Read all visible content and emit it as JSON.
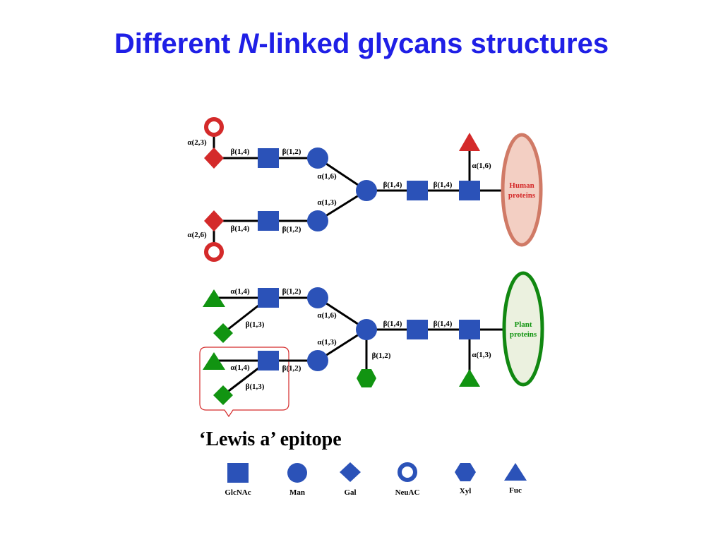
{
  "title": {
    "pre": "Different ",
    "italic": "N",
    "post": "-linked glycans structures"
  },
  "colors": {
    "title": "#1f1fe6",
    "blue": "#2b52b8",
    "red": "#d42a2a",
    "green": "#119411",
    "human_fill": "#f3cfc3",
    "human_stroke": "#d07a66",
    "human_text": "#d42a2a",
    "plant_fill": "#ebf1df",
    "plant_stroke": "#118811",
    "plant_text": "#119411",
    "callout": "#d42a2a"
  },
  "human": {
    "protein_label": [
      "Human",
      "proteins"
    ],
    "linkages": {
      "neu_top": "α(2,3)",
      "neu_bottom": "α(2,6)",
      "gal_glc_top": "β(1,4)",
      "glc_man_top": "β(1,2)",
      "man_branch_top": "α(1,6)",
      "man_branch_bottom": "α(1,3)",
      "gal_glc_bottom": "β(1,4)",
      "glc_man_bottom": "β(1,2)",
      "core_man_glc": "β(1,4)",
      "core_glc_glc": "β(1,4)",
      "fucose": "α(1,6)"
    }
  },
  "plant": {
    "protein_label": [
      "Plant",
      "proteins"
    ],
    "linkages": {
      "fuc_glc_top": "α(1,4)",
      "glc_man_top": "β(1,2)",
      "gal_glc_top": "β(1,3)",
      "man_branch_top": "α(1,6)",
      "man_branch_bottom": "α(1,3)",
      "fuc_glc_bottom": "α(1,4)",
      "glc_man_bottom": "β(1,2)",
      "gal_glc_bottom": "β(1,3)",
      "xylose": "β(1,2)",
      "core_man_glc": "β(1,4)",
      "core_glc_glc": "β(1,4)",
      "fucose": "α(1,3)"
    }
  },
  "epitope_label": "‘Lewis a’ epitope",
  "legend": [
    {
      "symbol": "square-icon",
      "label": "GlcNAc"
    },
    {
      "symbol": "circle-icon",
      "label": "Man"
    },
    {
      "symbol": "diamond-icon",
      "label": "Gal"
    },
    {
      "symbol": "ring-icon",
      "label": "NeuAC"
    },
    {
      "symbol": "hexagon-icon",
      "label": "Xyl"
    },
    {
      "symbol": "triangle-icon",
      "label": "Fuc"
    }
  ]
}
